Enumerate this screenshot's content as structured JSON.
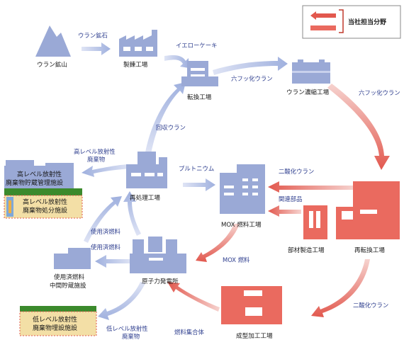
{
  "legend": {
    "label": "当社担当分野"
  },
  "colors": {
    "blue_facility": "#9aa9d6",
    "blue_arrow": "#aab5e0",
    "red_facility": "#ea6a5f",
    "red_arrow": "#e2584e",
    "flow_text": "#2f3f8f"
  },
  "facilities": {
    "uranium_mine": "ウラン鉱山",
    "refinery": "製錬工場",
    "conversion": "転換工場",
    "enrichment": "ウラン濃縮工場",
    "reprocessing": "再処理工場",
    "mox_fuel": "MOX 燃料工場",
    "parts_plant": "部材製造工場",
    "reconversion": "再転換工場",
    "nuclear_plant": "原子力発電所",
    "spent_fuel_storage_1": "使用済燃料",
    "spent_fuel_storage_2": "中間貯蔵施設",
    "fabrication": "成型加工工場",
    "hlw_mgmt_1": "高レベル放射性",
    "hlw_mgmt_2": "廃棄物貯蔵管理施設",
    "hlw_disposal_1": "高レベル放射性",
    "hlw_disposal_2": "廃棄物処分施設",
    "llw_1": "低レベル放射性",
    "llw_2": "廃棄物埋設施設"
  },
  "flows": {
    "uranium_ore": "ウラン鉱石",
    "yellowcake": "イエローケーキ",
    "uf6_a": "六フッ化ウラン",
    "uf6_b": "六フッ化ウラン",
    "recovered_u": "回収ウラン",
    "hlw_1": "高レベル放射性",
    "hlw_2": "廃棄物",
    "plutonium": "プルトニウム",
    "uo2_a": "二酸化ウラン",
    "parts": "関連部品",
    "spent_a": "使用済燃料",
    "spent_b": "使用済燃料",
    "mox_fuel": "MOX 燃料",
    "uo2_b": "二酸化ウラン",
    "llw_1": "低レベル放射性",
    "llw_2": "廃棄物",
    "fuel_assembly": "燃料集合体"
  }
}
